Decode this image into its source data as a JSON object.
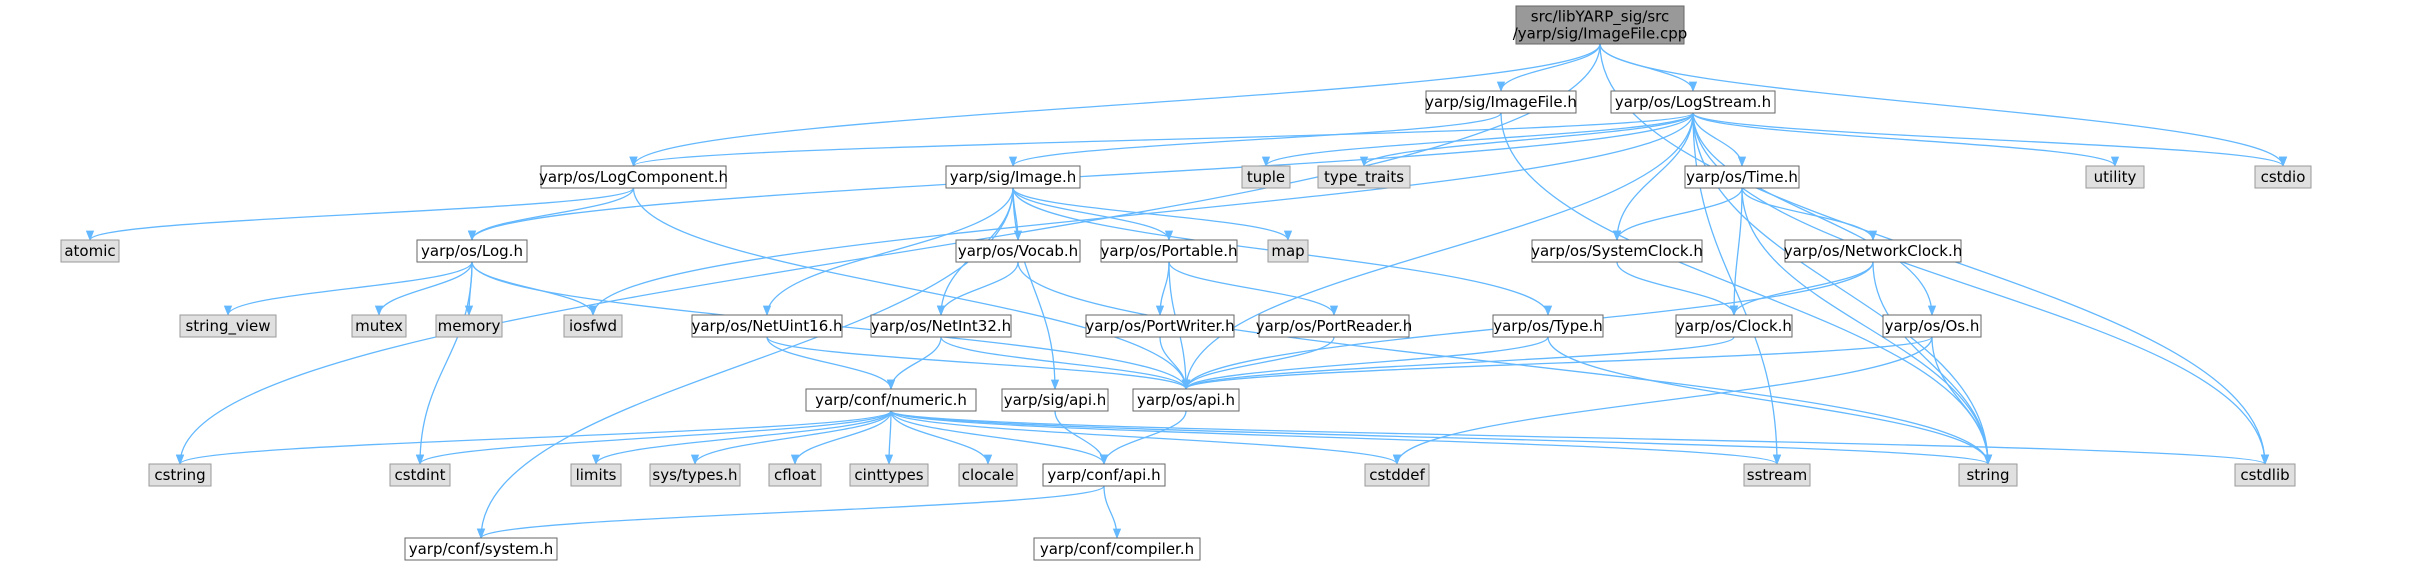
{
  "colors": {
    "edge": "#63b8ff",
    "root_fill": "#999999",
    "root_stroke": "#666666",
    "local_fill": "#ffffff",
    "local_stroke": "#666666",
    "system_fill": "#e0e0e0",
    "system_stroke": "#999999",
    "text": "#000000"
  },
  "nodes": [
    {
      "id": "root",
      "label": [
        "src/libYARP_sig/src",
        "/yarp/sig/ImageFile.cpp"
      ],
      "kind": "root"
    },
    {
      "id": "sig_ImageFile",
      "label": [
        "yarp/sig/ImageFile.h"
      ],
      "kind": "local"
    },
    {
      "id": "os_LogStream",
      "label": [
        "yarp/os/LogStream.h"
      ],
      "kind": "local"
    },
    {
      "id": "os_LogComponent",
      "label": [
        "yarp/os/LogComponent.h"
      ],
      "kind": "local"
    },
    {
      "id": "sig_Image",
      "label": [
        "yarp/sig/Image.h"
      ],
      "kind": "local"
    },
    {
      "id": "tuple",
      "label": [
        "tuple"
      ],
      "kind": "system"
    },
    {
      "id": "type_traits",
      "label": [
        "type_traits"
      ],
      "kind": "system"
    },
    {
      "id": "os_Time",
      "label": [
        "yarp/os/Time.h"
      ],
      "kind": "local"
    },
    {
      "id": "utility",
      "label": [
        "utility"
      ],
      "kind": "system"
    },
    {
      "id": "cstdio",
      "label": [
        "cstdio"
      ],
      "kind": "system"
    },
    {
      "id": "atomic",
      "label": [
        "atomic"
      ],
      "kind": "system"
    },
    {
      "id": "os_Log",
      "label": [
        "yarp/os/Log.h"
      ],
      "kind": "local"
    },
    {
      "id": "os_Vocab",
      "label": [
        "yarp/os/Vocab.h"
      ],
      "kind": "local"
    },
    {
      "id": "os_Portable",
      "label": [
        "yarp/os/Portable.h"
      ],
      "kind": "local"
    },
    {
      "id": "map",
      "label": [
        "map"
      ],
      "kind": "system"
    },
    {
      "id": "os_SystemClock",
      "label": [
        "yarp/os/SystemClock.h"
      ],
      "kind": "local"
    },
    {
      "id": "os_NetworkClock",
      "label": [
        "yarp/os/NetworkClock.h"
      ],
      "kind": "local"
    },
    {
      "id": "string_view",
      "label": [
        "string_view"
      ],
      "kind": "system"
    },
    {
      "id": "mutex",
      "label": [
        "mutex"
      ],
      "kind": "system"
    },
    {
      "id": "memory",
      "label": [
        "memory"
      ],
      "kind": "system"
    },
    {
      "id": "iosfwd",
      "label": [
        "iosfwd"
      ],
      "kind": "system"
    },
    {
      "id": "os_NetUint16",
      "label": [
        "yarp/os/NetUint16.h"
      ],
      "kind": "local"
    },
    {
      "id": "os_NetInt32",
      "label": [
        "yarp/os/NetInt32.h"
      ],
      "kind": "local"
    },
    {
      "id": "os_PortWriter",
      "label": [
        "yarp/os/PortWriter.h"
      ],
      "kind": "local"
    },
    {
      "id": "os_PortReader",
      "label": [
        "yarp/os/PortReader.h"
      ],
      "kind": "local"
    },
    {
      "id": "os_Type",
      "label": [
        "yarp/os/Type.h"
      ],
      "kind": "local"
    },
    {
      "id": "os_Clock",
      "label": [
        "yarp/os/Clock.h"
      ],
      "kind": "local"
    },
    {
      "id": "os_Os",
      "label": [
        "yarp/os/Os.h"
      ],
      "kind": "local"
    },
    {
      "id": "conf_numeric",
      "label": [
        "yarp/conf/numeric.h"
      ],
      "kind": "local"
    },
    {
      "id": "sig_api",
      "label": [
        "yarp/sig/api.h"
      ],
      "kind": "local"
    },
    {
      "id": "os_api",
      "label": [
        "yarp/os/api.h"
      ],
      "kind": "local"
    },
    {
      "id": "cstring",
      "label": [
        "cstring"
      ],
      "kind": "system"
    },
    {
      "id": "cstdint",
      "label": [
        "cstdint"
      ],
      "kind": "system"
    },
    {
      "id": "limits",
      "label": [
        "limits"
      ],
      "kind": "system"
    },
    {
      "id": "sys_types",
      "label": [
        "sys/types.h"
      ],
      "kind": "system"
    },
    {
      "id": "cfloat",
      "label": [
        "cfloat"
      ],
      "kind": "system"
    },
    {
      "id": "cinttypes",
      "label": [
        "cinttypes"
      ],
      "kind": "system"
    },
    {
      "id": "clocale",
      "label": [
        "clocale"
      ],
      "kind": "system"
    },
    {
      "id": "conf_api",
      "label": [
        "yarp/conf/api.h"
      ],
      "kind": "local"
    },
    {
      "id": "cstddef",
      "label": [
        "cstddef"
      ],
      "kind": "system"
    },
    {
      "id": "sstream",
      "label": [
        "sstream"
      ],
      "kind": "system"
    },
    {
      "id": "string",
      "label": [
        "string"
      ],
      "kind": "system"
    },
    {
      "id": "cstdlib",
      "label": [
        "cstdlib"
      ],
      "kind": "system"
    },
    {
      "id": "conf_system",
      "label": [
        "yarp/conf/system.h"
      ],
      "kind": "local"
    },
    {
      "id": "conf_compiler",
      "label": [
        "yarp/conf/compiler.h"
      ],
      "kind": "local"
    }
  ],
  "edges": [
    [
      "root",
      "sig_ImageFile"
    ],
    [
      "root",
      "os_LogStream"
    ],
    [
      "root",
      "os_LogComponent"
    ],
    [
      "root",
      "cstdio"
    ],
    [
      "root",
      "cstring"
    ],
    [
      "root",
      "cstdlib"
    ],
    [
      "sig_ImageFile",
      "sig_Image"
    ],
    [
      "sig_ImageFile",
      "string"
    ],
    [
      "os_LogStream",
      "os_Log"
    ],
    [
      "os_LogStream",
      "os_LogComponent"
    ],
    [
      "os_LogStream",
      "tuple"
    ],
    [
      "os_LogStream",
      "type_traits"
    ],
    [
      "os_LogStream",
      "os_Time"
    ],
    [
      "os_LogStream",
      "utility"
    ],
    [
      "os_LogStream",
      "cstdio"
    ],
    [
      "os_LogStream",
      "iosfwd"
    ],
    [
      "os_LogStream",
      "os_SystemClock"
    ],
    [
      "os_LogStream",
      "os_Os"
    ],
    [
      "os_LogStream",
      "os_api"
    ],
    [
      "os_LogStream",
      "sstream"
    ],
    [
      "os_LogStream",
      "string"
    ],
    [
      "os_LogStream",
      "cstdlib"
    ],
    [
      "os_LogComponent",
      "atomic"
    ],
    [
      "os_LogComponent",
      "os_Log"
    ],
    [
      "os_LogComponent",
      "os_api"
    ],
    [
      "sig_Image",
      "os_Vocab"
    ],
    [
      "sig_Image",
      "os_Portable"
    ],
    [
      "sig_Image",
      "map"
    ],
    [
      "sig_Image",
      "os_NetUint16"
    ],
    [
      "sig_Image",
      "os_NetInt32"
    ],
    [
      "sig_Image",
      "os_Type"
    ],
    [
      "sig_Image",
      "sig_api"
    ],
    [
      "sig_Image",
      "conf_system"
    ],
    [
      "os_Time",
      "os_SystemClock"
    ],
    [
      "os_Time",
      "os_NetworkClock"
    ],
    [
      "os_Time",
      "os_Clock"
    ],
    [
      "os_Time",
      "string"
    ],
    [
      "os_Log",
      "string_view"
    ],
    [
      "os_Log",
      "mutex"
    ],
    [
      "os_Log",
      "memory"
    ],
    [
      "os_Log",
      "iosfwd"
    ],
    [
      "os_Log",
      "cstdint"
    ],
    [
      "os_Log",
      "os_api"
    ],
    [
      "os_Vocab",
      "os_NetInt32"
    ],
    [
      "os_Vocab",
      "string"
    ],
    [
      "os_Portable",
      "os_PortWriter"
    ],
    [
      "os_Portable",
      "os_PortReader"
    ],
    [
      "os_Portable",
      "os_api"
    ],
    [
      "os_SystemClock",
      "os_Clock"
    ],
    [
      "os_NetworkClock",
      "os_Clock"
    ],
    [
      "os_NetworkClock",
      "os_api"
    ],
    [
      "os_NetworkClock",
      "string"
    ],
    [
      "os_NetUint16",
      "conf_numeric"
    ],
    [
      "os_NetUint16",
      "os_api"
    ],
    [
      "os_NetInt32",
      "conf_numeric"
    ],
    [
      "os_NetInt32",
      "os_api"
    ],
    [
      "os_PortWriter",
      "os_api"
    ],
    [
      "os_PortReader",
      "os_api"
    ],
    [
      "os_Type",
      "os_api"
    ],
    [
      "os_Type",
      "string"
    ],
    [
      "os_Clock",
      "os_api"
    ],
    [
      "os_Os",
      "os_api"
    ],
    [
      "os_Os",
      "cstddef"
    ],
    [
      "os_Os",
      "string"
    ],
    [
      "conf_numeric",
      "cstring"
    ],
    [
      "conf_numeric",
      "cstdint"
    ],
    [
      "conf_numeric",
      "limits"
    ],
    [
      "conf_numeric",
      "sys_types"
    ],
    [
      "conf_numeric",
      "cfloat"
    ],
    [
      "conf_numeric",
      "cinttypes"
    ],
    [
      "conf_numeric",
      "clocale"
    ],
    [
      "conf_numeric",
      "conf_api"
    ],
    [
      "conf_numeric",
      "cstddef"
    ],
    [
      "conf_numeric",
      "sstream"
    ],
    [
      "conf_numeric",
      "string"
    ],
    [
      "conf_numeric",
      "cstdlib"
    ],
    [
      "sig_api",
      "conf_api"
    ],
    [
      "os_api",
      "conf_api"
    ],
    [
      "conf_api",
      "conf_system"
    ],
    [
      "conf_api",
      "conf_compiler"
    ]
  ]
}
